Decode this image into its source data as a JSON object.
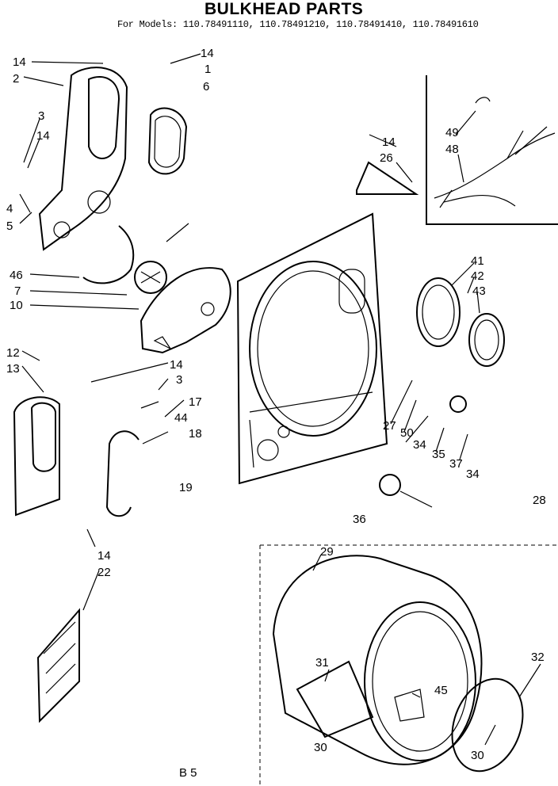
{
  "header": {
    "title": "BULKHEAD PARTS",
    "models": "For Models: 110.78491110, 110.78491210, 110.78491410, 110.78491610"
  },
  "callouts": [
    "14",
    "1",
    "6",
    "14",
    "2",
    "3",
    "14",
    "4",
    "5",
    "14",
    "26",
    "49",
    "48",
    "46",
    "7",
    "10",
    "41",
    "42",
    "43",
    "12",
    "13",
    "14",
    "3",
    "17",
    "44",
    "18",
    "27",
    "50",
    "34",
    "35",
    "37",
    "34",
    "19",
    "28",
    "36",
    "14",
    "22",
    "29",
    "31",
    "45",
    "32",
    "30",
    "30",
    "B 5"
  ]
}
